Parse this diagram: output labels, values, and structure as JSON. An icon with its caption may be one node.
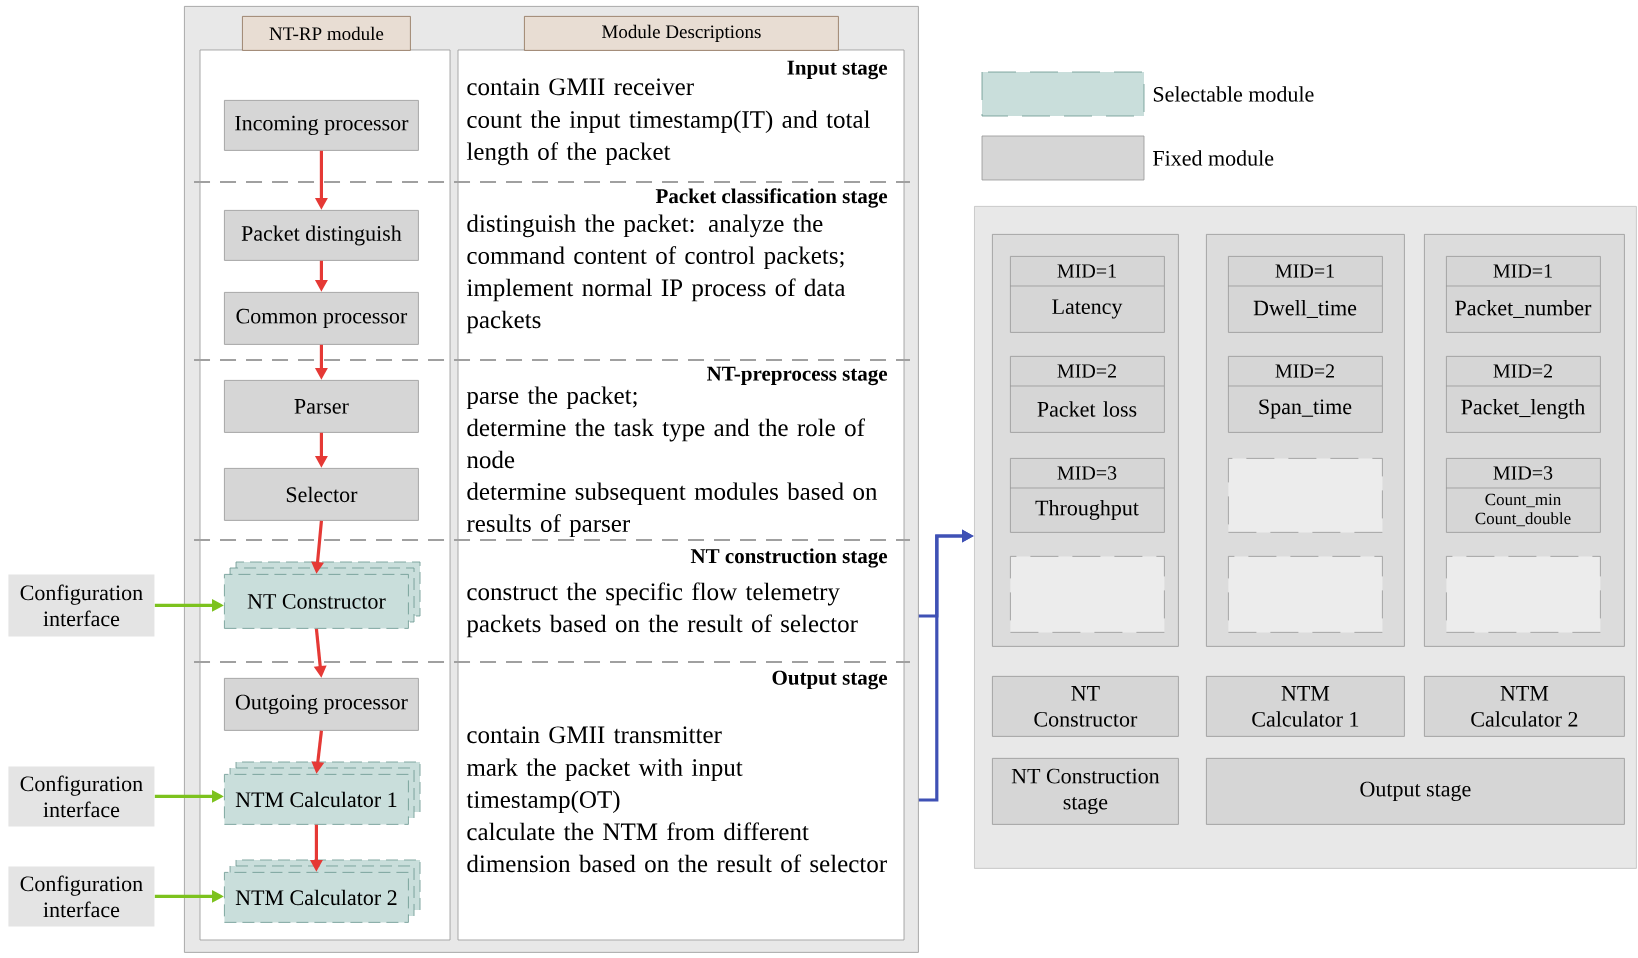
{
  "diagram": {
    "nodes": [
      {
        "text": [],
        "shape": "box"
      },
      {
        "text": [
          "NT-RP module"
        ],
        "in": 0
      },
      {
        "text": [
          "Module Descriptions"
        ],
        "in": 0
      },
      {
        "text": [
          "Incoming processor"
        ],
        "in": 0
      },
      {
        "text": [
          "Packet distinguish"
        ],
        "in": 0
      },
      {
        "text": [
          "Common processor"
        ],
        "in": 0
      },
      {
        "text": [
          "Parser"
        ],
        "in": 0
      },
      {
        "text": [
          "Selector"
        ],
        "in": 0
      },
      {
        "text": [
          "NT Constructor"
        ],
        "in": 0
      },
      {
        "text": [
          "Outgoing processor"
        ],
        "in": 0
      },
      {
        "text": [
          "NTM Calculator 1"
        ],
        "in": 0
      },
      {
        "text": [
          "NTM Calculator 2"
        ],
        "in": 0
      },
      {
        "text": [
          "Configuration interface"
        ]
      },
      {
        "text": [
          "Configuration interface"
        ]
      },
      {
        "text": [
          "Configuration interface"
        ]
      },
      {
        "text": [],
        "shape": "box"
      },
      {
        "text": [],
        "shape": "box",
        "in": 15
      },
      {
        "text": [],
        "shape": "box",
        "in": 15
      },
      {
        "text": [],
        "shape": "box",
        "in": 15
      },
      {
        "text": [
          "MID=1",
          "Latency"
        ],
        "in": 16
      },
      {
        "text": [
          "MID=2",
          "Packet loss"
        ],
        "in": 16
      },
      {
        "text": [
          "MID=3",
          "Throughput"
        ],
        "in": 16
      },
      {
        "text": [],
        "shape": "box",
        "in": 16
      },
      {
        "text": [
          "MID=1",
          "Dwell_time"
        ],
        "in": 17
      },
      {
        "text": [
          "MID=2",
          "Span_time"
        ],
        "in": 17
      },
      {
        "text": [],
        "shape": "box",
        "in": 17
      },
      {
        "text": [],
        "shape": "box",
        "in": 17
      },
      {
        "text": [
          "MID=1",
          "Packet_number"
        ],
        "in": 18
      },
      {
        "text": [
          "MID=2",
          "Packet_length"
        ],
        "in": 18
      },
      {
        "text": [
          "MID=3",
          "Count_min Count_double"
        ],
        "in": 18
      },
      {
        "text": [],
        "shape": "box",
        "in": 18
      },
      {
        "text": [
          "NT Constructor"
        ],
        "in": 15
      },
      {
        "text": [
          "NTM Calculator 1"
        ],
        "in": 15
      },
      {
        "text": [
          "NTM Calculator 2"
        ],
        "in": 15
      },
      {
        "text": [
          "NT Construction stage"
        ],
        "in": 15
      },
      {
        "text": [
          "Output stage"
        ],
        "in": 15
      }
    ],
    "edges": [
      {
        "from": 3,
        "to": 4,
        "arrow": "to"
      },
      {
        "from": 4,
        "to": 5,
        "arrow": "to"
      },
      {
        "from": 5,
        "to": 6,
        "arrow": "to"
      },
      {
        "from": 6,
        "to": 7,
        "arrow": "to"
      },
      {
        "from": 7,
        "to": 8,
        "arrow": "to"
      },
      {
        "from": 8,
        "to": 9,
        "arrow": "to"
      },
      {
        "from": 9,
        "to": 10,
        "arrow": "to"
      },
      {
        "from": 10,
        "to": 11,
        "arrow": "to"
      },
      {
        "from": 12,
        "to": 8,
        "arrow": "to",
        "color": "#7cc21e"
      },
      {
        "from": 13,
        "to": 10,
        "arrow": "to",
        "color": "#7cc21e"
      },
      {
        "from": 14,
        "to": 11,
        "arrow": "to",
        "color": "#7cc21e"
      },
      {
        "from": 0,
        "to": 15,
        "arrow": "to",
        "color": "#3f51b5"
      },
      {
        "from": 0,
        "to": 15,
        "arrow": "to",
        "color": "#3f51b5"
      }
    ],
    "labels": [
      "Input stage",
      "contain GMII receiver",
      "count the input timestamp(IT) and total length of the packet",
      "Packet classification stage",
      "distinguish the packet: analyze the command content of control packets;",
      "implement normal IP process of data packets",
      "NT-preprocess stage",
      "parse the packet;",
      "determine the task type and the role of node",
      "determine subsequent modules based on results of parser",
      "NT construction stage",
      "construct the specific flow telemetry packets based on the result of selector",
      "Output stage",
      "contain GMII transmitter",
      "mark the packet with input timestamp(OT)",
      "calculate the NTM from different dimension based on the result of selector"
    ],
    "legend": [
      {
        "text": "Selectable module"
      },
      {
        "text": "Fixed module"
      }
    ]
  }
}
